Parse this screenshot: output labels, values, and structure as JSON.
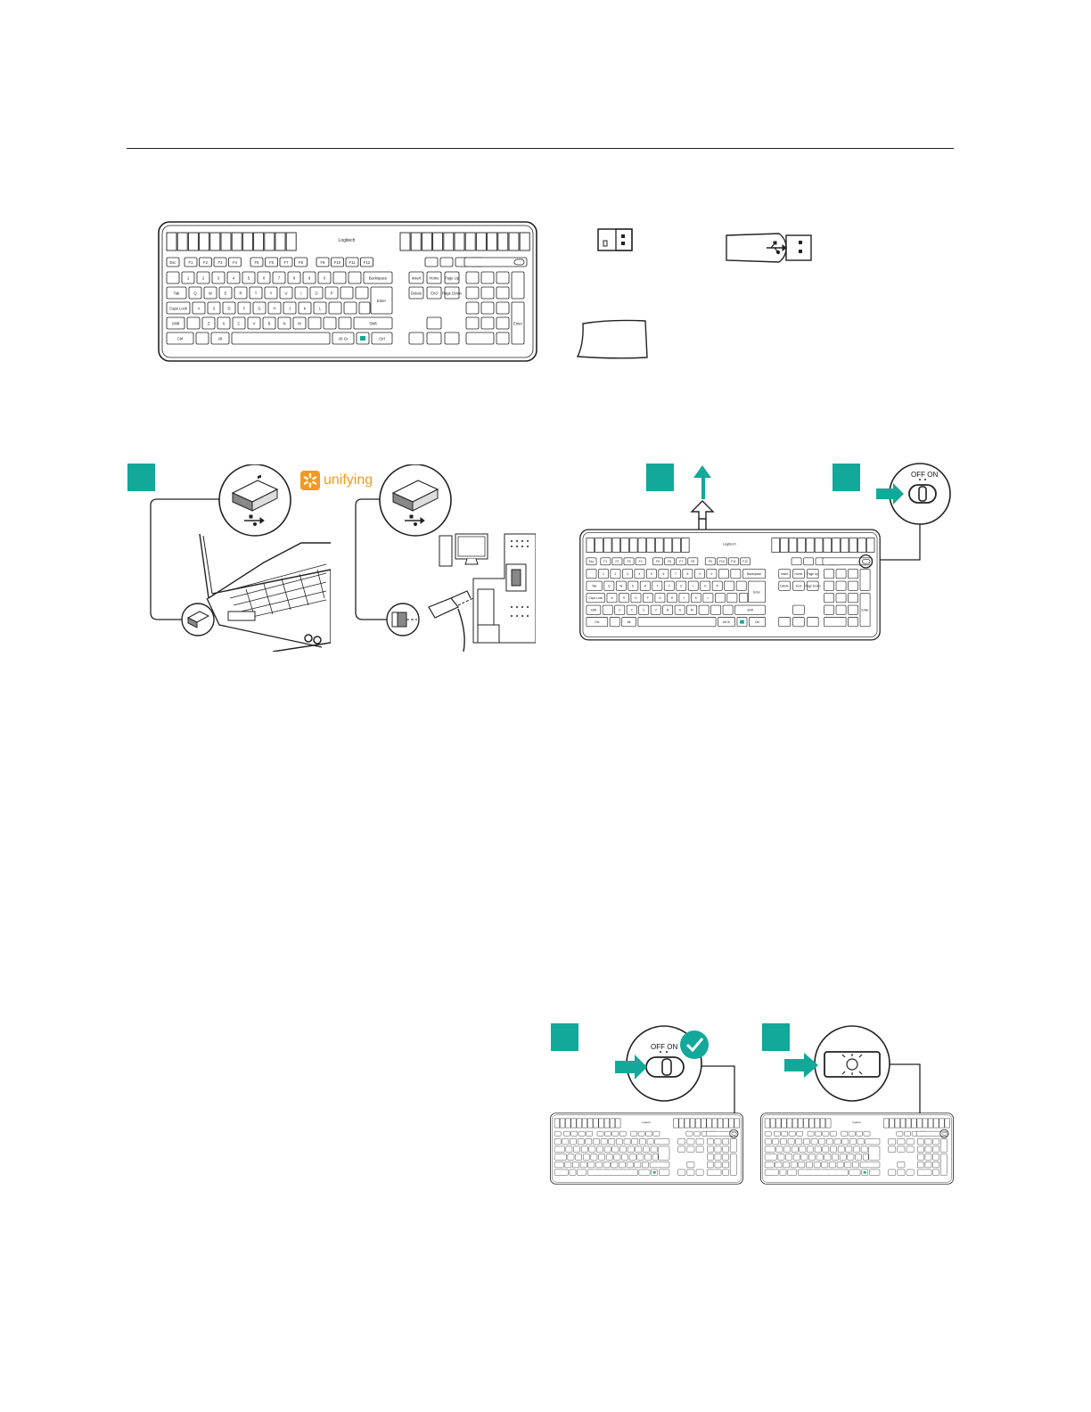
{
  "colors": {
    "accent": "#12a89a",
    "unifying_orange": "#f39a1e",
    "line": "#222222"
  },
  "keyboard": {
    "brand": "Logitech",
    "top_row": [
      "Esc",
      "F1",
      "F2",
      "F3",
      "F4",
      "F5",
      "F6",
      "F7",
      "F8",
      "F9",
      "F10",
      "F11",
      "F12"
    ],
    "labels": {
      "backspace": "Backspace",
      "tab": "Tab",
      "caps": "Caps Lock",
      "enter": "Enter",
      "shift": "Shift",
      "ctrl": "Ctrl",
      "alt": "Alt",
      "altgr": "Alt Gr",
      "insert": "Insert",
      "delete": "Delete",
      "home": "Home",
      "end": "End",
      "page_up": "Page Up",
      "page_down": "Page Down"
    },
    "letters_row1": [
      "Q",
      "W",
      "E",
      "R",
      "T",
      "Y",
      "U",
      "I",
      "O",
      "P"
    ],
    "letters_row2": [
      "A",
      "S",
      "D",
      "F",
      "G",
      "H",
      "J",
      "K",
      "L"
    ],
    "letters_row3": [
      "Z",
      "X",
      "C",
      "V",
      "B",
      "N",
      "M"
    ],
    "numbers": [
      "1",
      "2",
      "3",
      "4",
      "5",
      "6",
      "7",
      "8",
      "9",
      "0"
    ]
  },
  "unifying": {
    "logo_text": "unifying"
  },
  "power_switch": {
    "label": "OFF ON"
  },
  "icons": [
    "usb-receiver-icon",
    "usb-extender-icon",
    "documentation-icon",
    "usb-symbol-icon",
    "pull-tab-arrow-icon",
    "push-arrow-icon",
    "checkmark-icon",
    "light-check-icon"
  ]
}
